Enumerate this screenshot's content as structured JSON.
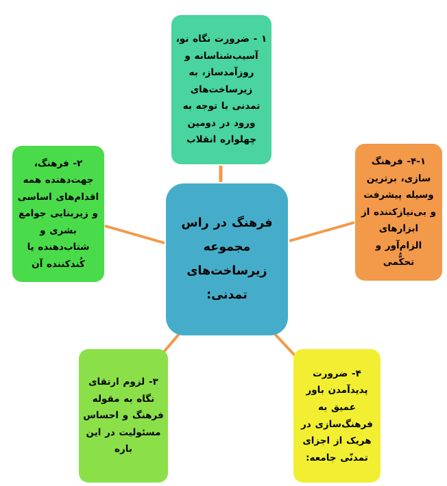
{
  "diagram": {
    "type": "mind-map",
    "language": "fa",
    "direction": "rtl",
    "background_color": "#ffffff",
    "connector_color": "#f2994a",
    "center": {
      "id": "center",
      "text": "فرهنگ در راس مجموعه زیرساخت‌های تمدنی:",
      "color": "#45adc9",
      "text_color": "#000000"
    },
    "branches": [
      {
        "id": "node-1",
        "position": "top",
        "number": "۱",
        "text": "۱ - ضرورت نگاه نو، آسیب‌شناسانه و روزآمدساز، به زیرساخت‌های تمدنی با توجه به ورود در دومین چهلواره انقلاب",
        "color": "#49d4a0",
        "text_color": "#000000"
      },
      {
        "id": "node-2",
        "position": "left",
        "number": "۲",
        "text": "۲- فرهنگ، جهت‌دهنده همه اقدام‌های اساسی و زیربنایی جوامع بشری و شتاب‌دهنده یا کُندکننده آن",
        "color": "#4adb4a",
        "text_color": "#000000"
      },
      {
        "id": "node-4-1",
        "position": "right",
        "number": "۴-۱",
        "text": "۴-۱- فرهنگ سازی، برترین وسیله پیشرفت و بی‌نیازکننده از ابزارهای الزام‌آور و تحکُّمی",
        "color": "#f2994a",
        "text_color": "#000000"
      },
      {
        "id": "node-3",
        "position": "bottom-left",
        "number": "۳",
        "text": "۳- لزوم ارتقای نگاه به مقوله فرهنگ و احساس مسئولیت در این باره",
        "color": "#8be04a",
        "text_color": "#000000"
      },
      {
        "id": "node-4",
        "position": "bottom-right",
        "number": "۴",
        "text": "۴- ضرورت پدیدآمدن باور عمیق به فرهنگ‌سازی در هریک از اجزای تمدنّی جامعه:",
        "color": "#f2ef32",
        "text_color": "#000000"
      }
    ],
    "connectors": [
      {
        "id": "connector-center-node-1",
        "from": "center",
        "to": "node-1"
      },
      {
        "id": "connector-center-node-2",
        "from": "center",
        "to": "node-2"
      },
      {
        "id": "connector-center-node-4-1",
        "from": "center",
        "to": "node-4-1"
      },
      {
        "id": "connector-center-node-3",
        "from": "center",
        "to": "node-3"
      },
      {
        "id": "connector-center-node-4",
        "from": "center",
        "to": "node-4"
      }
    ]
  }
}
